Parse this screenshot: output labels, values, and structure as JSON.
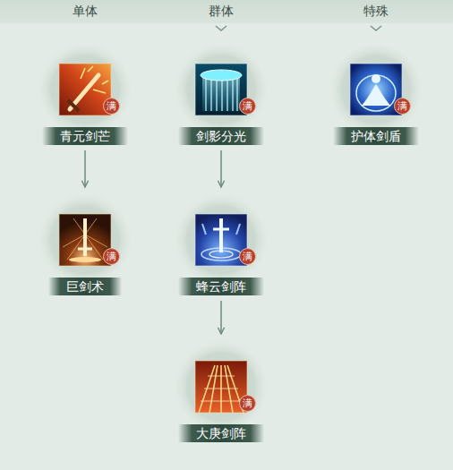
{
  "diagram": {
    "nodes": [
      {
        "text": [
          "青元剑芒",
          "满"
        ]
      },
      {
        "text": [
          "剑影分光",
          "满"
        ]
      },
      {
        "text": [
          "护体剑盾",
          "满"
        ]
      },
      {
        "text": [
          "巨剑术",
          "满"
        ]
      },
      {
        "text": [
          "蜂云剑阵",
          "满"
        ]
      },
      {
        "text": [
          "大庚剑阵",
          "满"
        ]
      }
    ],
    "edges": [
      {
        "from": 0,
        "to": 3,
        "arrow": "to"
      },
      {
        "from": 1,
        "to": 4,
        "arrow": "to"
      },
      {
        "from": 4,
        "to": 5,
        "arrow": "to"
      }
    ],
    "labels": [
      "单体",
      "群体",
      "特殊"
    ]
  }
}
